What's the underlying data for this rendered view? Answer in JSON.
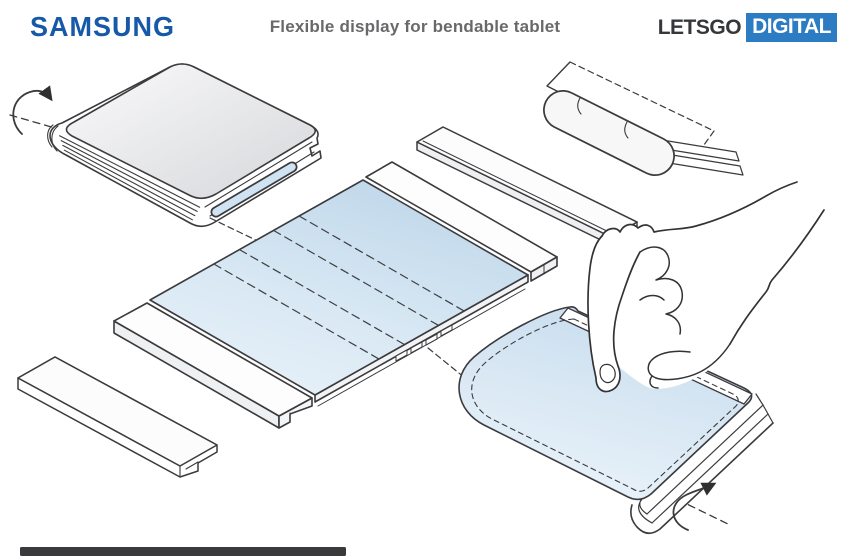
{
  "header": {
    "brand": "SAMSUNG",
    "title": "Flexible display for bendable tablet",
    "site_logo": {
      "first": "LETSGO",
      "second": "DIGITAL"
    }
  },
  "colors": {
    "samsung_blue": "#1659A8",
    "title_gray": "#68696B",
    "letsgo_text_dark": "#35373A",
    "letsgo_box_blue": "#2C7CC3",
    "letsgo_box_text": "#FFFFFF",
    "outline_dark": "#3B3B3E",
    "screen_blue": "#BFD7EA",
    "screen_blue_light": "#E9F2F9",
    "device_gray_top": "#D6D7DA",
    "bottom_strip_dark": "#3A3A3C"
  }
}
